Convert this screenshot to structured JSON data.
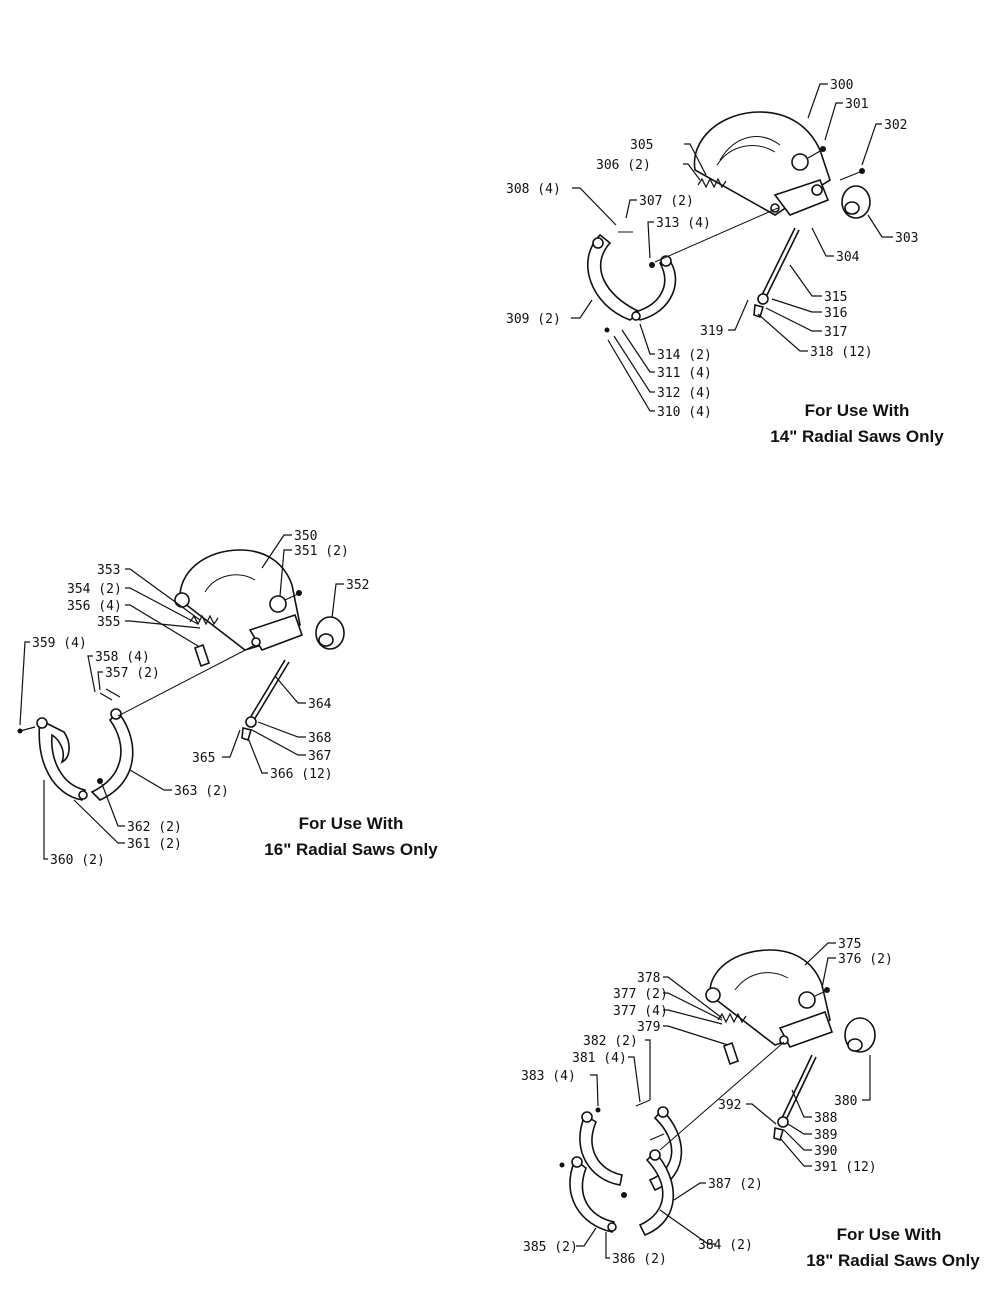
{
  "diagrams": [
    {
      "id": "d14",
      "caption_line1": "For Use With",
      "caption_line2": "14\" Radial Saws Only",
      "labels": [
        "300",
        "301",
        "302",
        "303",
        "304",
        "305",
        "306 (2)",
        "307 (2)",
        "308 (4)",
        "309 (2)",
        "310 (4)",
        "311 (4)",
        "312 (4)",
        "313 (4)",
        "314 (2)",
        "315",
        "316",
        "317",
        "318 (12)",
        "319"
      ]
    },
    {
      "id": "d16",
      "caption_line1": "For Use With",
      "caption_line2": "16\" Radial Saws Only",
      "labels": [
        "350",
        "351 (2)",
        "352",
        "353",
        "354 (2)",
        "355",
        "356 (4)",
        "357 (2)",
        "358 (4)",
        "359 (4)",
        "360 (2)",
        "361 (2)",
        "362 (2)",
        "363 (2)",
        "364",
        "365",
        "366 (12)",
        "367",
        "368"
      ]
    },
    {
      "id": "d18",
      "caption_line1": "For Use With",
      "caption_line2": "18\" Radial Saws Only",
      "labels": [
        "375",
        "376 (2)",
        "377 (2)",
        "377 (4)",
        "378",
        "379",
        "380",
        "381 (4)",
        "382 (2)",
        "383 (4)",
        "384 (2)",
        "385 (2)",
        "386 (2)",
        "387 (2)",
        "388",
        "389",
        "390",
        "391 (12)",
        "392"
      ]
    }
  ]
}
